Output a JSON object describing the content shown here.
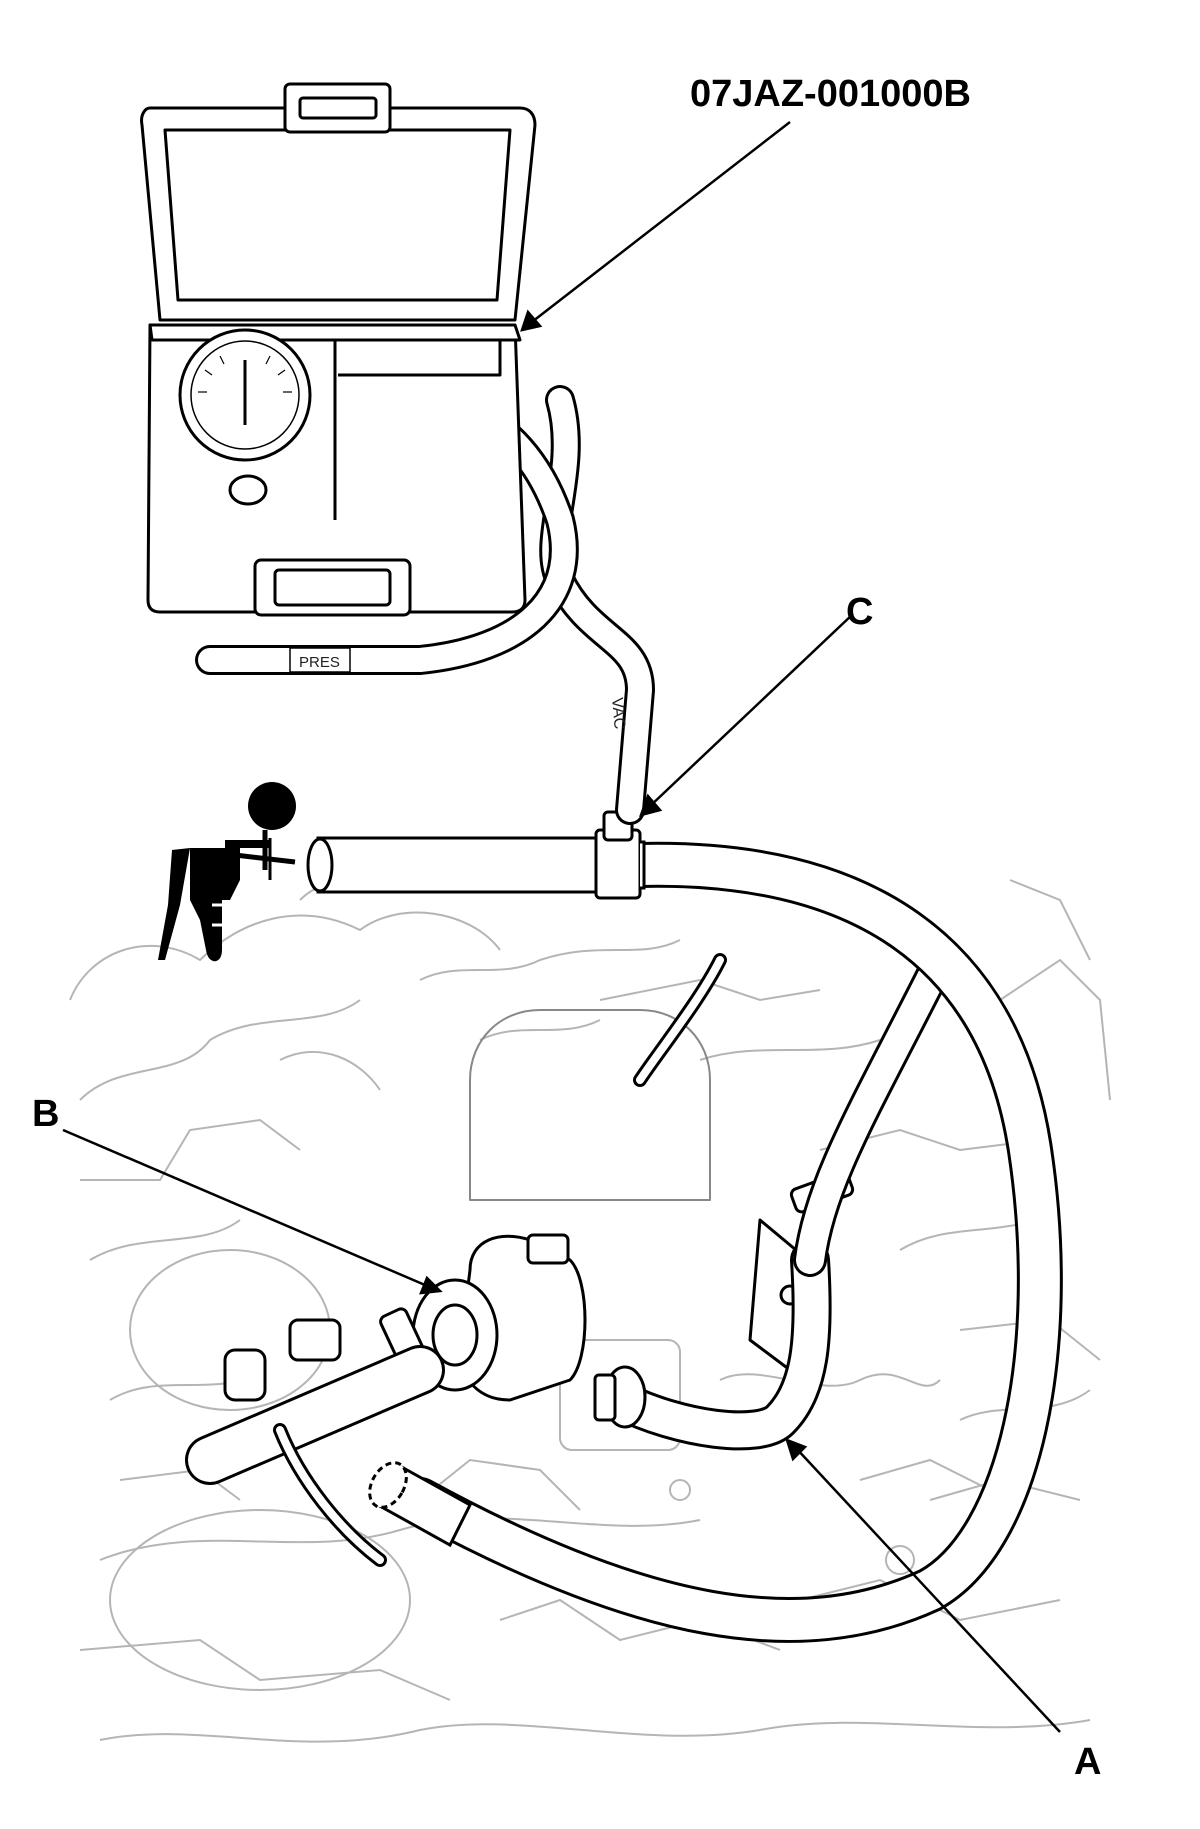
{
  "labels": {
    "tool_part_number": "07JAZ-001000B",
    "callout_a": "A",
    "callout_b": "B",
    "callout_c": "C"
  },
  "hose_markings": {
    "pressure_hose": "PRES",
    "vacuum_hose": "VAC"
  },
  "icons": [
    "vacuum-pump-icon",
    "tester-kit-icon",
    "pressure-gauge-icon"
  ],
  "colors": {
    "line": "#000000",
    "background_engine": "#b0b0b0",
    "paper": "#ffffff"
  }
}
